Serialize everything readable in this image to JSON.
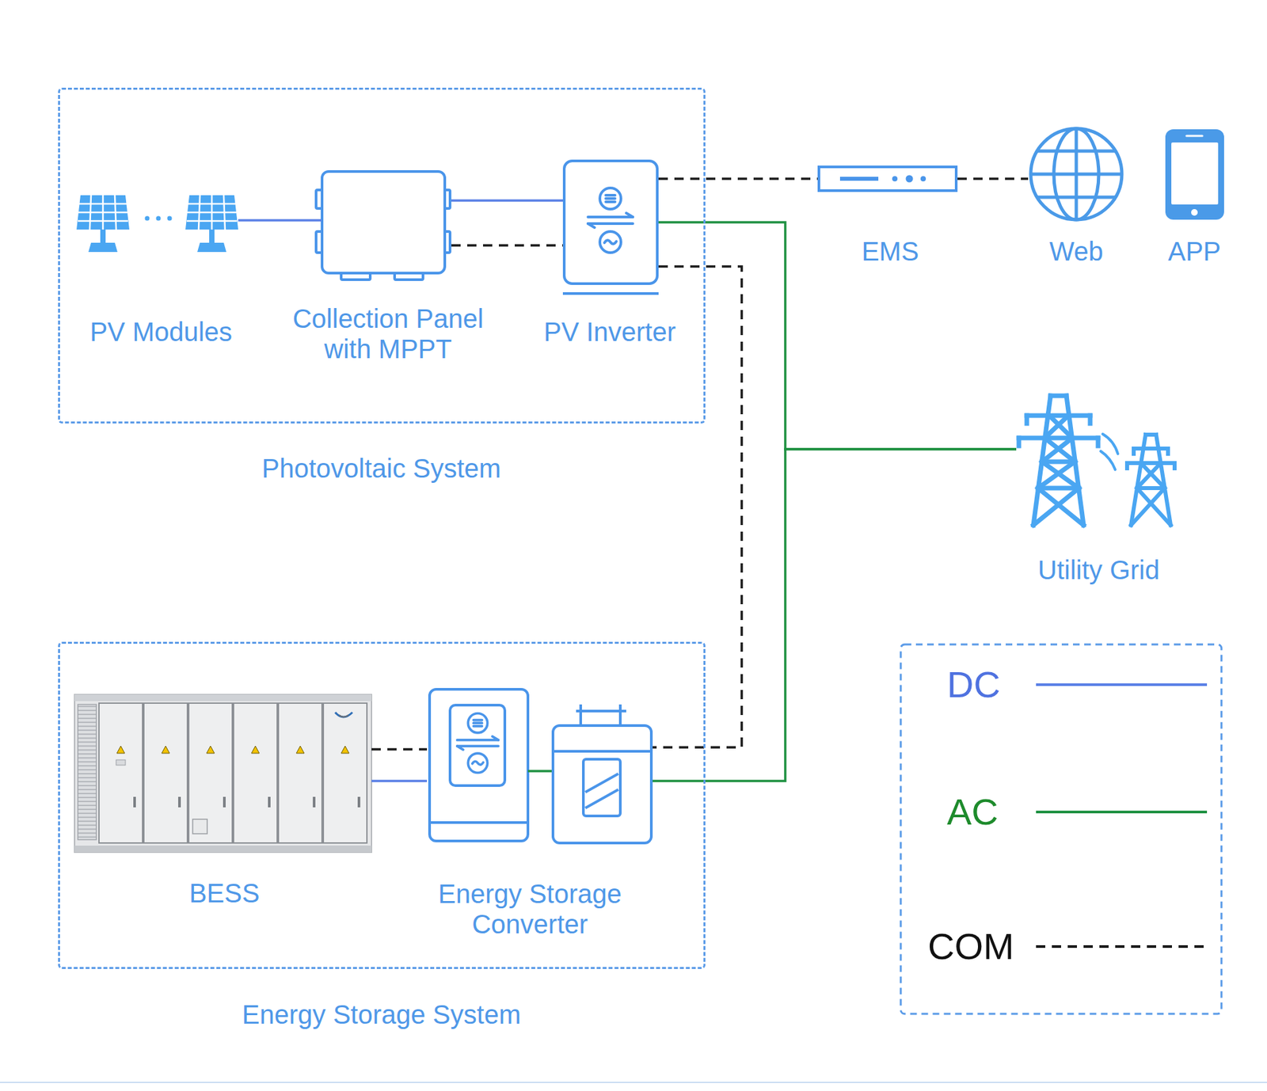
{
  "diagram": {
    "nodes": [
      {
        "text": [
          "Photovoltaic System"
        ]
      },
      {
        "text": [
          "PV Modules"
        ],
        "in": 0
      },
      {
        "text": [
          "Collection Panel with MPPT"
        ],
        "in": 0
      },
      {
        "text": [
          "PV Inverter"
        ],
        "in": 0
      },
      {
        "text": [
          "EMS"
        ]
      },
      {
        "text": [
          "Web"
        ]
      },
      {
        "text": [
          "APP"
        ]
      },
      {
        "text": [
          "Utility Grid"
        ]
      },
      {
        "text": [
          "Energy Storage System"
        ]
      },
      {
        "text": [
          "BESS"
        ],
        "in": 8
      },
      {
        "text": [
          "Energy Storage Converter"
        ],
        "in": 8
      }
    ],
    "edges": [
      {
        "from": 1,
        "to": 2,
        "arrow": "none"
      },
      {
        "from": 2,
        "to": 3,
        "arrow": "none"
      },
      {
        "from": 2,
        "to": 3,
        "arrow": "none"
      },
      {
        "from": 3,
        "to": 4,
        "arrow": "none"
      },
      {
        "from": 4,
        "to": 5,
        "arrow": "none"
      },
      {
        "from": 3,
        "to": 7,
        "arrow": "none"
      },
      {
        "from": 10,
        "to": 7,
        "arrow": "none"
      },
      {
        "from": 3,
        "to": 10,
        "arrow": "none"
      },
      {
        "from": 9,
        "to": 10,
        "arrow": "none"
      },
      {
        "from": 9,
        "to": 10,
        "arrow": "none"
      }
    ],
    "legend": [
      {
        "text": "DC"
      },
      {
        "text": "AC"
      },
      {
        "text": "COM"
      }
    ]
  }
}
